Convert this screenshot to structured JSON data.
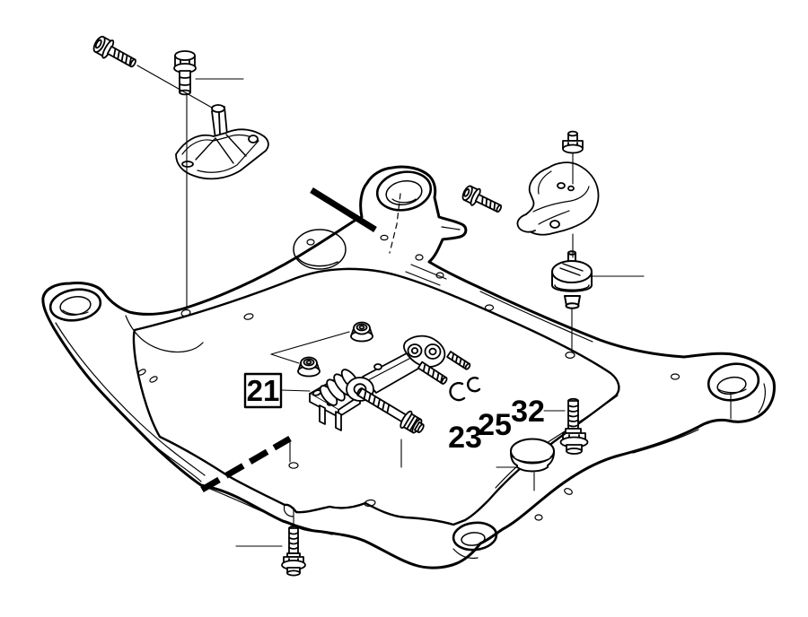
{
  "diagram": {
    "background_color": "#ffffff",
    "line_color": "#000000",
    "callouts": [
      {
        "id": "21",
        "label": "21",
        "boxed": true
      },
      {
        "id": "23",
        "label": "23",
        "boxed": false
      },
      {
        "id": "25",
        "label": "25",
        "boxed": false
      },
      {
        "id": "32",
        "label": "32",
        "boxed": false
      }
    ]
  }
}
